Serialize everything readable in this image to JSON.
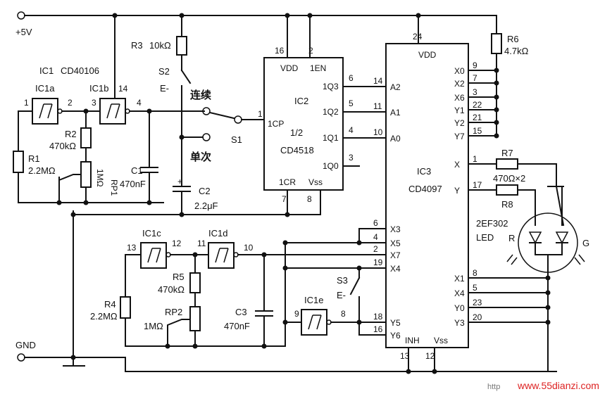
{
  "power": {
    "vcc": "+5V",
    "gnd": "GND"
  },
  "ic1": {
    "title": "IC1",
    "part": "CD40106",
    "a": "IC1a",
    "b": "IC1b",
    "c": "IC1c",
    "d": "IC1d",
    "e": "IC1e",
    "pins": {
      "a_in": "1",
      "a_out": "2",
      "b_in": "3",
      "b_out": "4",
      "vdd": "14",
      "c_in": "13",
      "c_out": "12",
      "d_in": "11",
      "d_out": "10",
      "e_in": "9",
      "e_out": "8"
    }
  },
  "ic2": {
    "name": "IC2",
    "half": "1/2",
    "part": "CD4518",
    "pins": {
      "vdd": "VDD",
      "en": "1EN",
      "q3": "1Q3",
      "q2": "1Q2",
      "q1": "1Q1",
      "q0": "1Q0",
      "cp": "1CP",
      "cr": "1CR",
      "vss": "Vss"
    },
    "pin_nums": {
      "vdd": "16",
      "en": "2",
      "q3": "6",
      "q2": "5",
      "q1": "4",
      "q0": "3",
      "cp": "1",
      "cr": "7",
      "vss": "8"
    }
  },
  "ic3": {
    "name": "IC3",
    "part": "CD4097",
    "pins_left": [
      "A2",
      "A1",
      "A0",
      "X3",
      "X5",
      "X7",
      "X4",
      "Y5",
      "Y6"
    ],
    "pins_left_nums": [
      "14",
      "11",
      "10",
      "6",
      "4",
      "2",
      "19",
      "18",
      "16"
    ],
    "pins_right": [
      "X0",
      "X2",
      "X6",
      "Y1",
      "Y2",
      "Y7",
      "X",
      "Y",
      "X1",
      "X4",
      "Y0",
      "Y3"
    ],
    "pins_right_nums": [
      "9",
      "7",
      "3",
      "22",
      "21",
      "15",
      "1",
      "17",
      "8",
      "5",
      "23",
      "20"
    ],
    "vdd": "VDD",
    "vdd_num": "24",
    "inh": "INH",
    "vss": "Vss",
    "inh_num": "13",
    "vss_num": "12"
  },
  "components": {
    "r1": "R1",
    "r1_val": "2.2MΩ",
    "r2": "R2",
    "r2_val": "470kΩ",
    "r3": "R3",
    "r3_val": "10kΩ",
    "r4": "R4",
    "r4_val": "2.2MΩ",
    "r5": "R5",
    "r5_val": "470kΩ",
    "r6": "R6",
    "r6_val": "4.7kΩ",
    "r7": "R7",
    "r78_val": "470Ω×2",
    "r8": "R8",
    "rp1": "RP1",
    "rp1_val": "1MΩ",
    "rp2": "RP2",
    "rp2_val": "1MΩ",
    "c1": "C1",
    "c1_val": "470nF",
    "c2": "C2",
    "c2_val": "2.2μF",
    "c3": "C3",
    "c3_val": "470nF",
    "s1": "S1",
    "s2": "S2",
    "s3": "S3",
    "s_e": "E-",
    "led_part": "2EF302",
    "led": "LED",
    "led_r": "R",
    "led_g": "G",
    "mode_cont": "连续",
    "mode_single": "单次",
    "c2_plus": "+"
  },
  "watermark": {
    "site": "www.55dianzi.com",
    "tag": "http"
  }
}
